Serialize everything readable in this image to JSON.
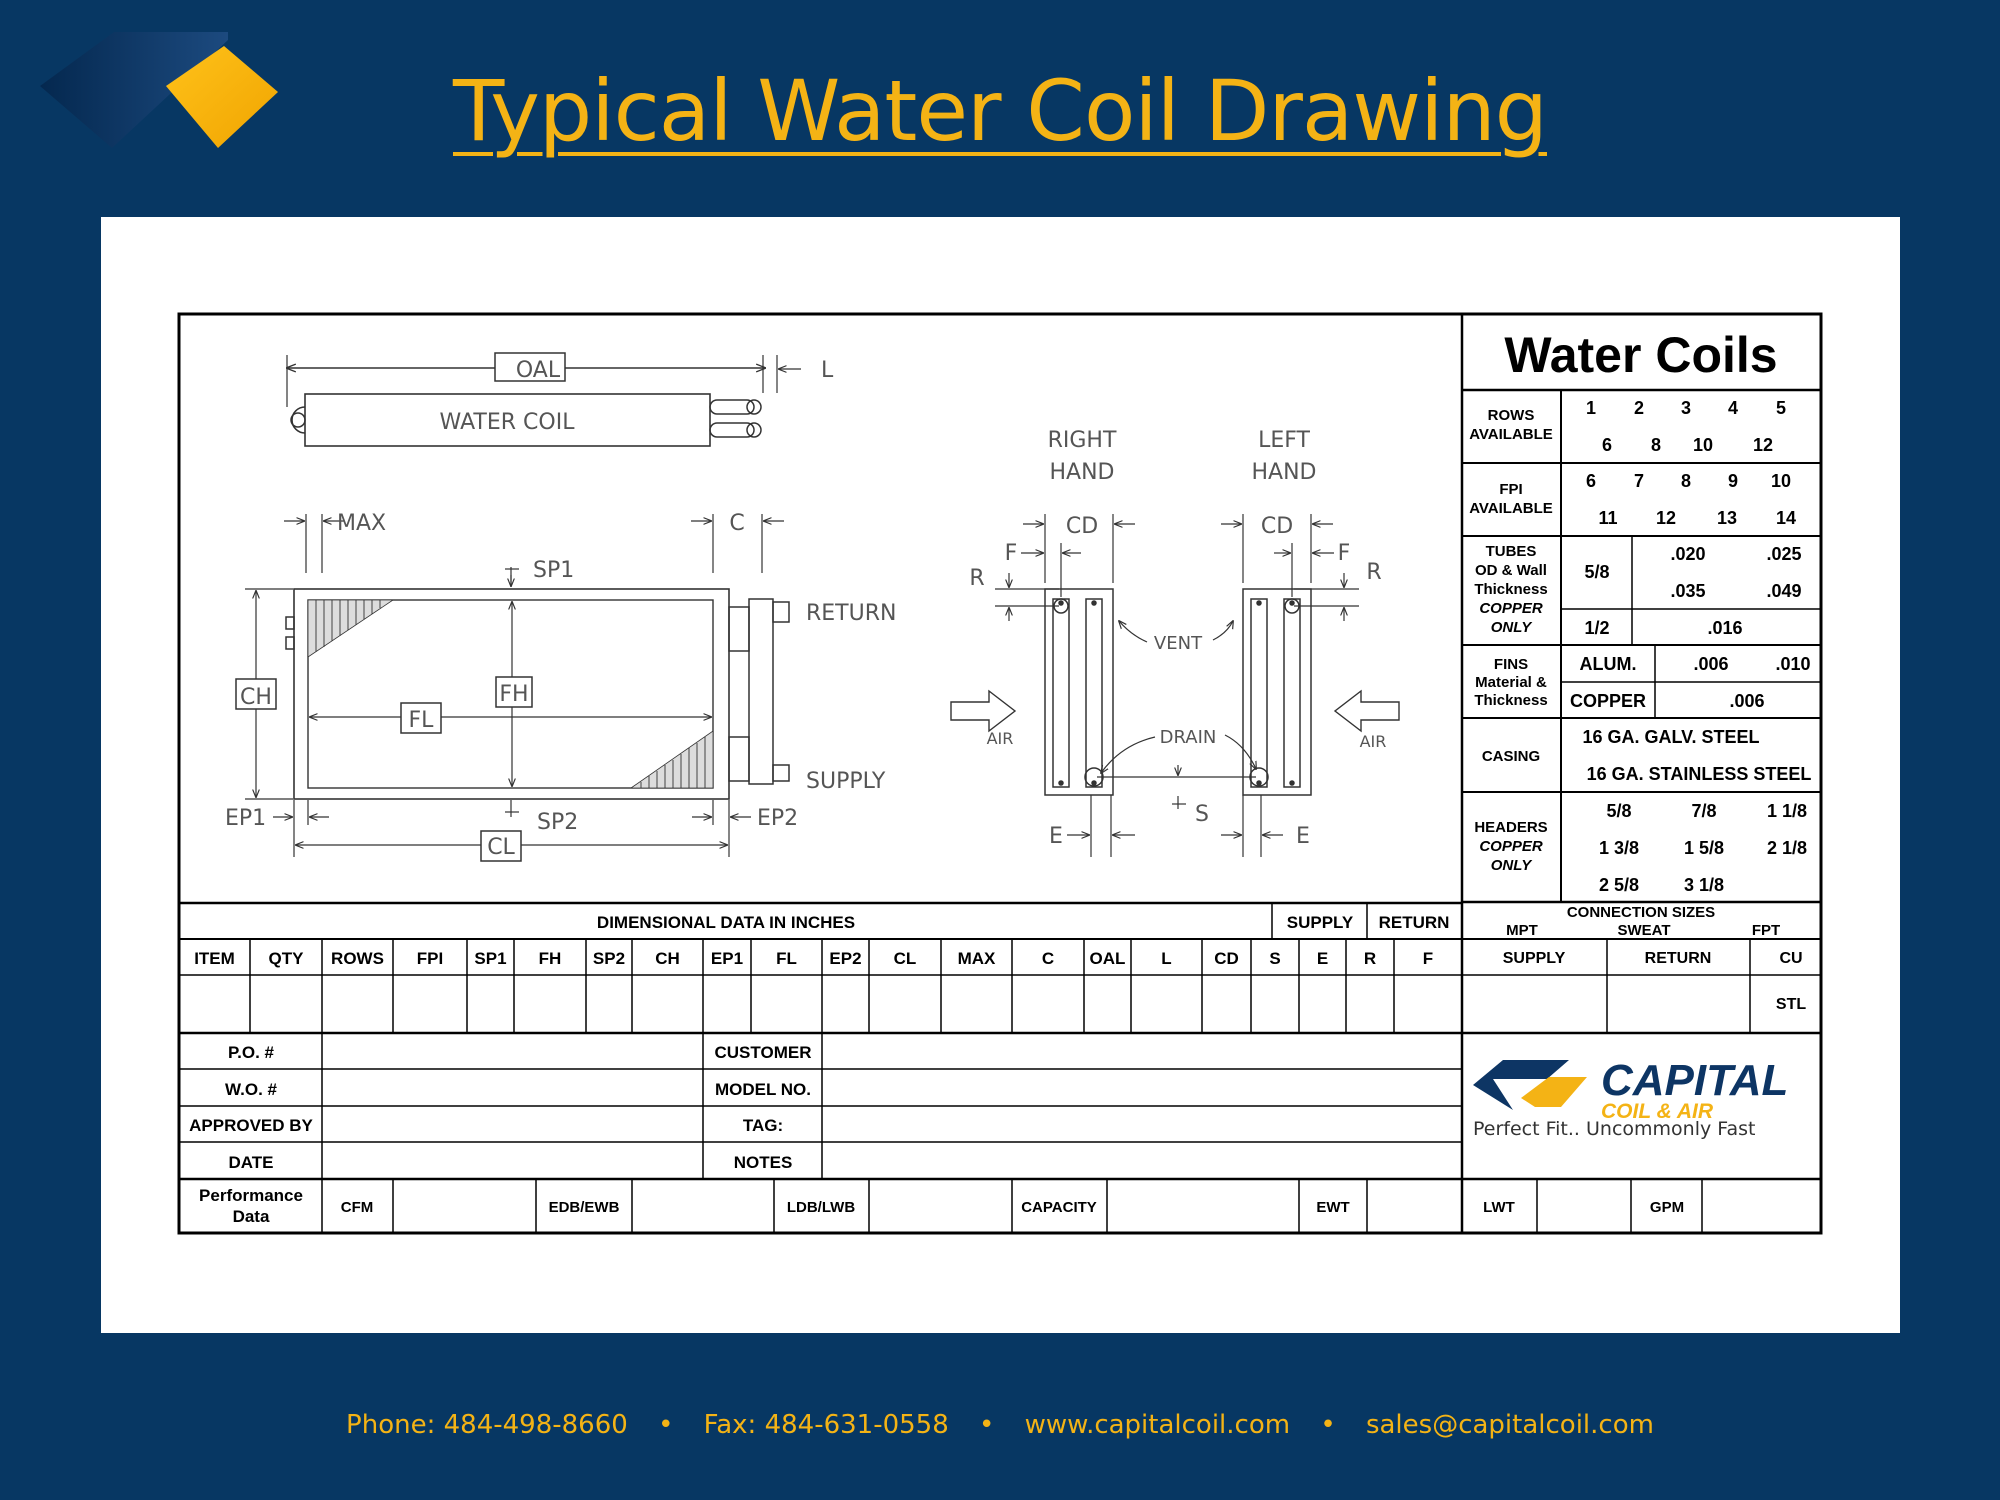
{
  "slide": {
    "title": "Typical Water Coil Drawing",
    "accent_color": "#f4b315",
    "background_color": "#073763"
  },
  "drawing": {
    "oal": "OAL",
    "l": "L",
    "water_coil": "WATER COIL",
    "max": "MAX",
    "c": "C",
    "sp1": "SP1",
    "return": "RETURN",
    "ch": "CH",
    "fh": "FH",
    "fl": "FL",
    "supply": "SUPPLY",
    "ep1": "EP1",
    "sp2": "SP2",
    "ep2": "EP2",
    "cl": "CL",
    "right_hand": [
      "RIGHT",
      "HAND"
    ],
    "left_hand": [
      "LEFT",
      "HAND"
    ],
    "cd": "CD",
    "f": "F",
    "r": "R",
    "vent": "VENT",
    "drain": "DRAIN",
    "air": "AIR",
    "s": "S",
    "e": "E"
  },
  "spec": {
    "title": "Water Coils",
    "rows_label": [
      "ROWS",
      "AVAILABLE"
    ],
    "rows_line1": [
      "1",
      "2",
      "3",
      "4",
      "5"
    ],
    "rows_line2": [
      "6",
      "8",
      "10",
      "12"
    ],
    "fpi_label": [
      "FPI",
      "AVAILABLE"
    ],
    "fpi_line1": [
      "6",
      "7",
      "8",
      "9",
      "10"
    ],
    "fpi_line2": [
      "11",
      "12",
      "13",
      "14"
    ],
    "tubes_label": [
      "TUBES",
      "OD & Wall",
      "Thickness",
      "COPPER",
      "ONLY"
    ],
    "tube_58": "5/8",
    "tube_58_walls": [
      ".020",
      ".025",
      ".035",
      ".049"
    ],
    "tube_12": "1/2",
    "tube_12_wall": ".016",
    "fins_label": [
      "FINS",
      "Material &",
      "Thickness"
    ],
    "fins_alum": "ALUM.",
    "fins_alum_vals": [
      ".006",
      ".010"
    ],
    "fins_copper": "COPPER",
    "fins_copper_val": ".006",
    "casing_label": "CASING",
    "casing_vals": [
      "16 GA. GALV. STEEL",
      "16 GA. STAINLESS STEEL"
    ],
    "headers_label": [
      "HEADERS",
      "COPPER",
      "ONLY"
    ],
    "headers_line1": [
      "5/8",
      "7/8",
      "1 1/8"
    ],
    "headers_line2": [
      "1 3/8",
      "1 5/8",
      "2 1/8"
    ],
    "headers_line3": [
      "2 5/8",
      "3 1/8"
    ]
  },
  "dimensional": {
    "title": "DIMENSIONAL DATA IN INCHES",
    "supply": "SUPPLY",
    "return": "RETURN",
    "columns": [
      "ITEM",
      "QTY",
      "ROWS",
      "FPI",
      "SP1",
      "FH",
      "SP2",
      "CH",
      "EP1",
      "FL",
      "EP2",
      "CL",
      "MAX",
      "C",
      "OAL",
      "L",
      "CD",
      "S",
      "E",
      "R",
      "F"
    ]
  },
  "connections": {
    "title": "CONNECTION SIZES",
    "mpt": "MPT",
    "sweat": "SWEAT",
    "fpt": "FPT",
    "supply": "SUPPLY",
    "return": "RETURN",
    "cu": "CU",
    "stl": "STL"
  },
  "order": {
    "po": "P.O. #",
    "wo": "W.O. #",
    "approved_by": "APPROVED BY",
    "date": "DATE",
    "customer": "CUSTOMER",
    "model_no": "MODEL NO.",
    "tag": "TAG:",
    "notes": "NOTES"
  },
  "brand": {
    "name": "CAPITAL",
    "sub": "COIL & AIR",
    "tagline": "Perfect Fit.. Uncommonly Fast",
    "navy": "#0d3564",
    "gold": "#f4b315"
  },
  "performance": {
    "label": [
      "Performance",
      "Data"
    ],
    "cfm": "CFM",
    "edb_ewb": "EDB/EWB",
    "ldb_lwb": "LDB/LWB",
    "capacity": "CAPACITY",
    "ewt": "EWT",
    "lwt": "LWT",
    "gpm": "GPM"
  },
  "footer": {
    "phone": "Phone: 484-498-8660",
    "fax": "Fax: 484-631-0558",
    "web": "www.capitalcoil.com",
    "email": "sales@capitalcoil.com",
    "separator": "•"
  }
}
